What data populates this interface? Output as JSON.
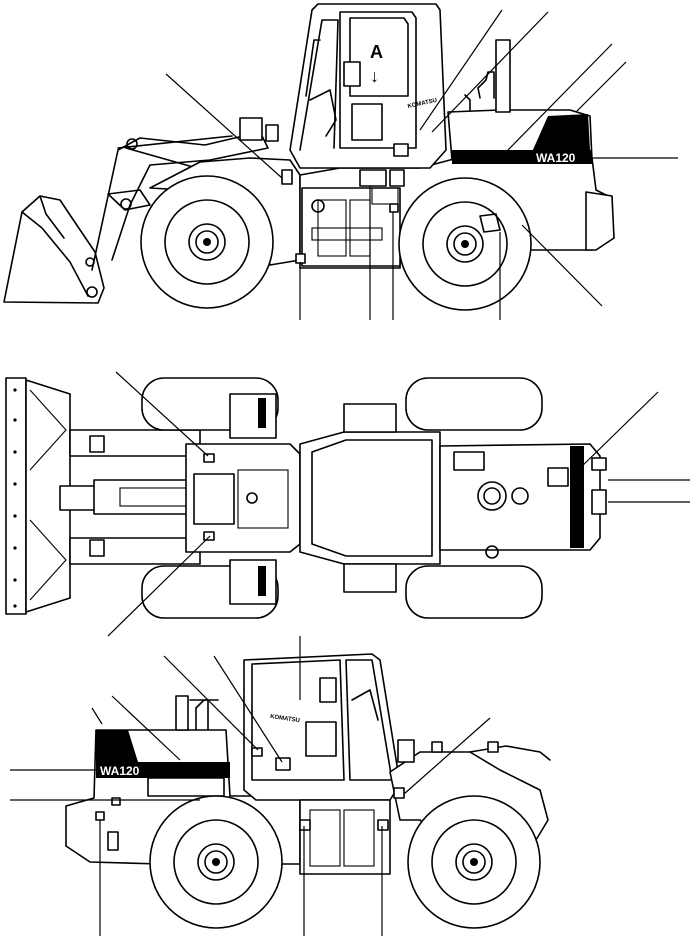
{
  "side_view": {
    "model_decal": "WA120",
    "brand_decal": "KOMATSU",
    "cab_arrow_label": "A",
    "cab_arrow_glyph": "↓"
  },
  "rear_side_view": {
    "model_decal": "WA120",
    "brand_decal": "KOMATSU"
  }
}
